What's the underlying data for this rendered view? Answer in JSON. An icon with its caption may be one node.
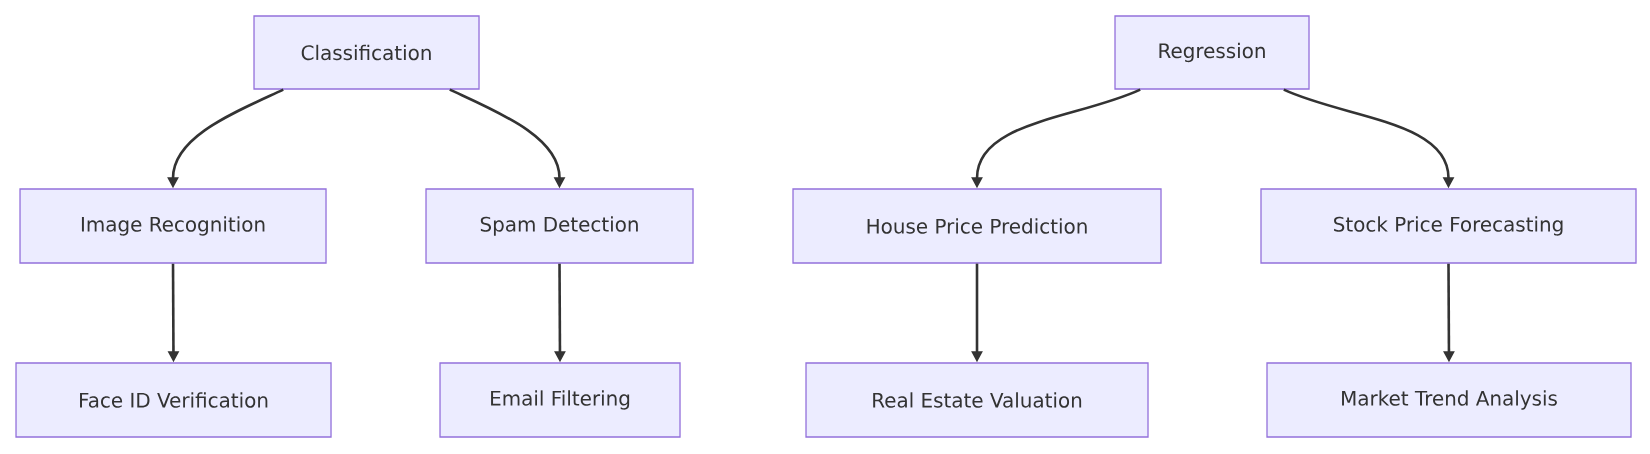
{
  "diagram": {
    "nodes": [
      {
        "text": [
          "Classification"
        ]
      },
      {
        "text": [
          "Regression"
        ]
      },
      {
        "text": [
          "Image Recognition"
        ]
      },
      {
        "text": [
          "Spam Detection"
        ]
      },
      {
        "text": [
          "House Price Prediction"
        ]
      },
      {
        "text": [
          "Stock Price Forecasting"
        ]
      },
      {
        "text": [
          "Face ID Verification"
        ]
      },
      {
        "text": [
          "Email Filtering"
        ]
      },
      {
        "text": [
          "Real Estate Valuation"
        ]
      },
      {
        "text": [
          "Market Trend Analysis"
        ]
      }
    ],
    "edges": [
      {
        "from": 0,
        "to": 2,
        "arrow": "to"
      },
      {
        "from": 0,
        "to": 3,
        "arrow": "to"
      },
      {
        "from": 1,
        "to": 4,
        "arrow": "to"
      },
      {
        "from": 1,
        "to": 5,
        "arrow": "to"
      },
      {
        "from": 2,
        "to": 6,
        "arrow": "to"
      },
      {
        "from": 3,
        "to": 7,
        "arrow": "to"
      },
      {
        "from": 4,
        "to": 8,
        "arrow": "to"
      },
      {
        "from": 5,
        "to": 9,
        "arrow": "to"
      }
    ]
  }
}
